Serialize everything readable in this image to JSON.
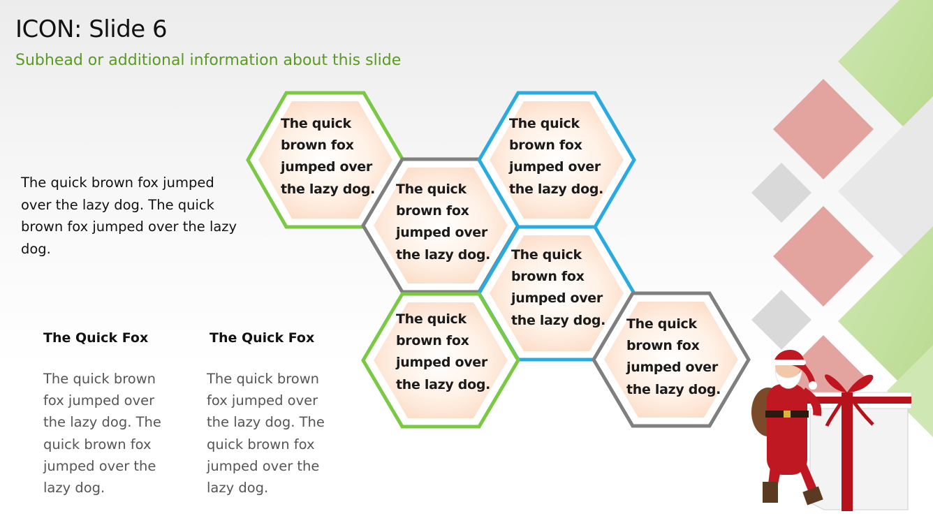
{
  "slide": {
    "title": "ICON: Slide 6",
    "subhead": "Subhead or additional information about this slide"
  },
  "left_text": {
    "paragraph": "The quick brown fox jumped over the lazy dog. The quick brown fox jumped over the lazy dog."
  },
  "columns": [
    {
      "heading": "The Quick Fox",
      "text": "The quick brown fox jumped over the lazy dog. The quick brown fox jumped over the lazy dog."
    },
    {
      "heading": "The Quick Fox",
      "text": "The quick brown fox jumped over the lazy dog. The quick brown fox jumped over the lazy dog."
    }
  ],
  "hexagons": [
    {
      "text": "The quick brown fox jumped over the lazy dog.",
      "border": "green"
    },
    {
      "text": "The quick brown fox jumped over the lazy dog.",
      "border": "gray"
    },
    {
      "text": "The quick brown fox jumped over the lazy dog.",
      "border": "blue"
    },
    {
      "text": "The quick brown fox jumped over the lazy dog.",
      "border": "blue"
    },
    {
      "text": "The quick brown fox jumped over the lazy dog.",
      "border": "green"
    },
    {
      "text": "The quick brown fox jumped over the lazy dog.",
      "border": "gray"
    }
  ],
  "colors": {
    "green": "#7ac943",
    "gray": "#7f7f7f",
    "blue": "#29abe2",
    "subhead": "#5a9a23",
    "diamond_red": "#e3a39f",
    "diamond_gray": "#d9d9d9",
    "diamond_green": "#c5e0a5",
    "hex_fill": "#fde5d3"
  },
  "images": {
    "santa": "santa-claus-figure",
    "gift": "gift-box-icon"
  }
}
